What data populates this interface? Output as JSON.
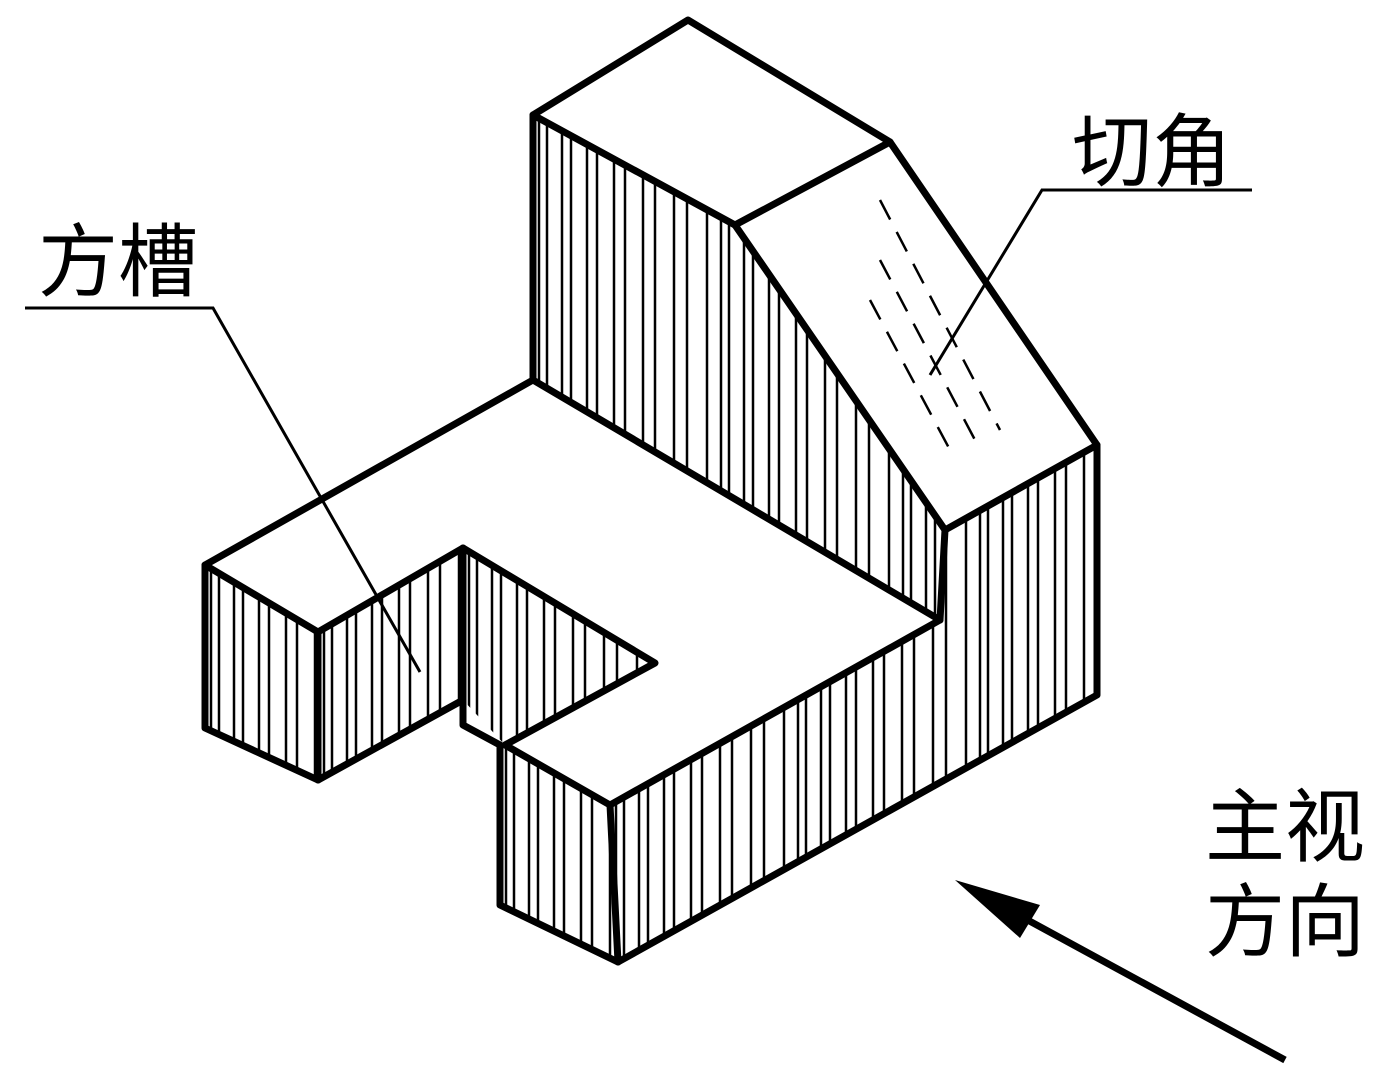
{
  "labels": {
    "slot": "方槽",
    "chamfer": "切角",
    "view_direction_line1": "主视",
    "view_direction_line2": "方向"
  },
  "colors": {
    "stroke": "#000000",
    "background": "#ffffff"
  }
}
